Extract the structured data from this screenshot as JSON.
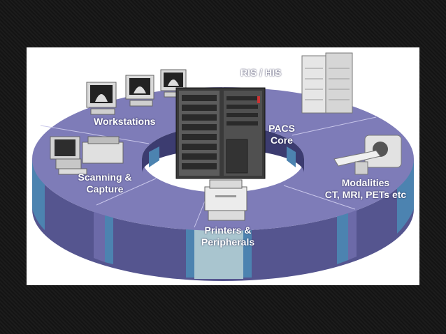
{
  "diagram": {
    "ring_colors": {
      "top": "#7e7cb8",
      "side": "#5a5a99",
      "stripe": "#4c83b0",
      "dark": "#3c3c70"
    },
    "labels": {
      "ris_his": "RIS / HIS",
      "workstations": "Workstations",
      "pacs_core": [
        "PACS",
        "Core"
      ],
      "scanning": [
        "Scanning &",
        "Capture"
      ],
      "modalities": [
        "Modalities",
        "CT, MRI, PETs etc"
      ],
      "printers": [
        "Printers &",
        "Peripherals"
      ]
    },
    "icons": [
      "workstation-monitor-icon",
      "server-rack-icon",
      "pacs-server-icon",
      "scanner-icon",
      "ct-scanner-icon",
      "printer-icon"
    ]
  }
}
